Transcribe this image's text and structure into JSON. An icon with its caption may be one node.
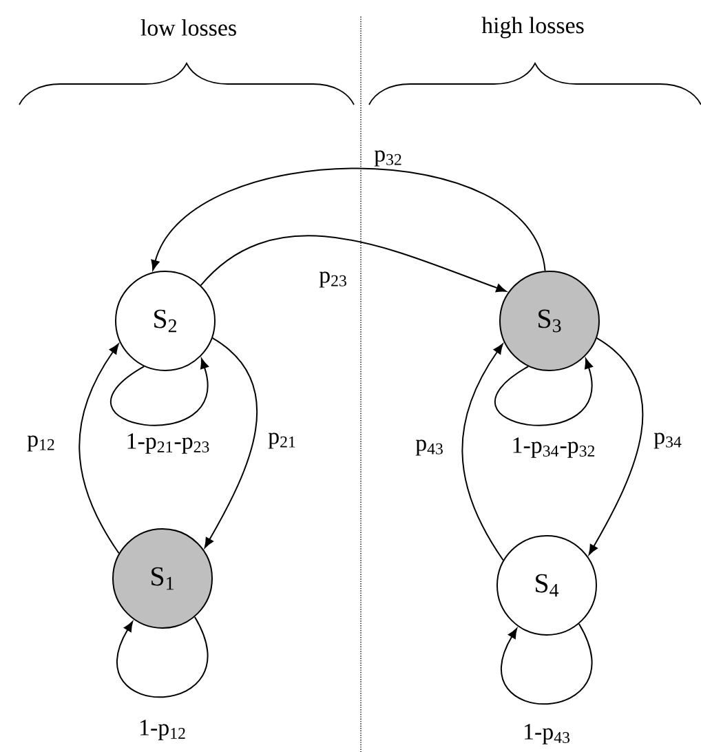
{
  "diagram": {
    "nodes": [
      {
        "text": [
          "S$_{2}$"
        ]
      },
      {
        "text": [
          "S$_{3}$"
        ]
      },
      {
        "text": [
          "S$_{1}$"
        ]
      },
      {
        "text": [
          "S$_{4}$"
        ]
      }
    ],
    "edges": [
      {
        "from": 1,
        "to": 0,
        "arrow": "to",
        "label": "p$_{32}$"
      },
      {
        "from": 0,
        "to": 1,
        "arrow": "to",
        "label": "p$_{23}$"
      },
      {
        "from": 2,
        "to": 0,
        "arrow": "to",
        "label": "p$_{12}$"
      },
      {
        "from": 0,
        "to": 2,
        "arrow": "to",
        "label": "p$_{21}$"
      },
      {
        "from": 0,
        "to": 0,
        "arrow": "to",
        "label": "1-p$_{21}$-p$_{23}$"
      },
      {
        "from": 3,
        "to": 1,
        "arrow": "to",
        "label": "p$_{43}$"
      },
      {
        "from": 1,
        "to": 3,
        "arrow": "to",
        "label": "p$_{34}$"
      },
      {
        "from": 1,
        "to": 1,
        "arrow": "to",
        "label": "1-p$_{34}$-p$_{32}$"
      },
      {
        "from": 2,
        "to": 2,
        "arrow": "to",
        "label": "1-p$_{12}$"
      },
      {
        "from": 3,
        "to": 3,
        "arrow": "to",
        "label": "1-p$_{43}$"
      }
    ],
    "labels": [
      "low losses",
      "high losses"
    ]
  }
}
